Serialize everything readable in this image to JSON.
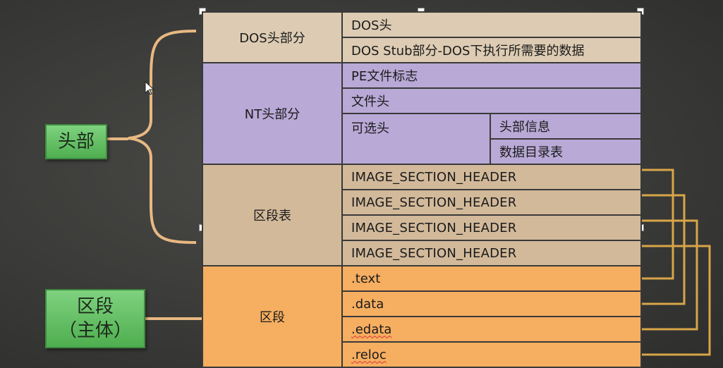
{
  "labels": {
    "head": "头部",
    "body_line1": "区段",
    "body_line2": "（主体）"
  },
  "dos_header": {
    "group": "DOS头部分",
    "rows": [
      "DOS头",
      "DOS Stub部分-DOS下执行所需要的数据"
    ]
  },
  "nt_header": {
    "group": "NT头部分",
    "rows": [
      "PE文件标志",
      "文件头"
    ],
    "optional": "可选头",
    "optional_rows": [
      "头部信息",
      "数据目录表"
    ]
  },
  "section_table": {
    "group": "区段表",
    "rows": [
      "IMAGE_SECTION_HEADER",
      "IMAGE_SECTION_HEADER",
      "IMAGE_SECTION_HEADER",
      "IMAGE_SECTION_HEADER"
    ]
  },
  "sections": {
    "group": "区段",
    "rows": [
      ".text",
      ".data",
      ".edata",
      ".reloc"
    ]
  },
  "colors": {
    "dos": "#ddccb3",
    "nt": "#b8a9d6",
    "section_table": "#d2b99a",
    "sections": "#f6ae60",
    "bracket": "#e8b882",
    "label_green": "#5cbd5c"
  }
}
